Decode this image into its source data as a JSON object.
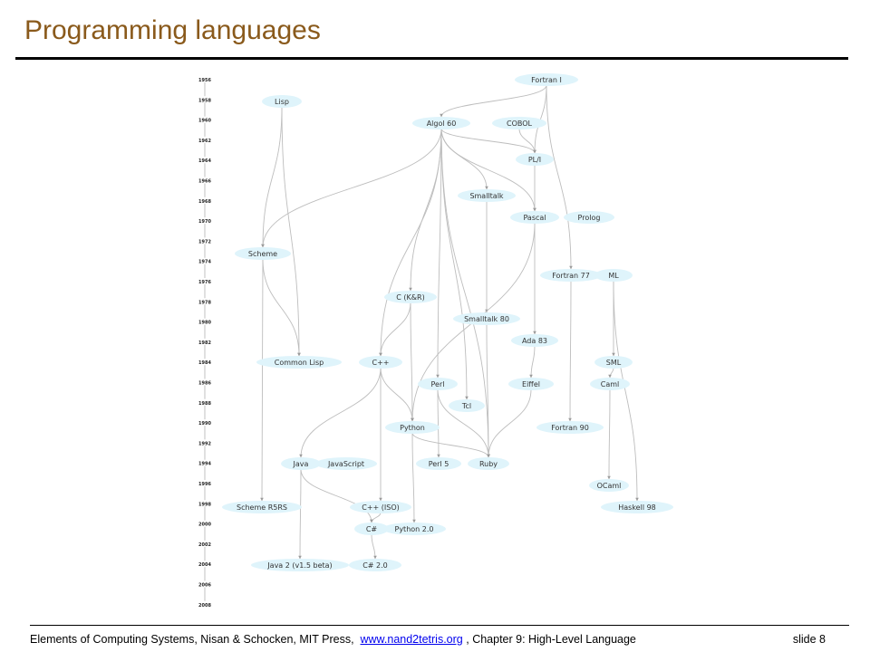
{
  "slide": {
    "title": "Programming languages",
    "footer_prefix": "Elements of Computing Systems, Nisan & Schocken, MIT Press,",
    "footer_link": "www.nand2tetris.org",
    "footer_suffix": ", Chapter 9: High-Level Language",
    "slide_number": "slide 8"
  },
  "diagram": {
    "years": [
      "1956",
      "1958",
      "1960",
      "1962",
      "1964",
      "1966",
      "1968",
      "1970",
      "1972",
      "1974",
      "1976",
      "1978",
      "1980",
      "1982",
      "1984",
      "1986",
      "1988",
      "1990",
      "1992",
      "1994",
      "1996",
      "1998",
      "2000",
      "2002",
      "2004",
      "2006",
      "2008"
    ],
    "languages": [
      {
        "id": "fortran1",
        "label": "Fortran I"
      },
      {
        "id": "lisp",
        "label": "Lisp"
      },
      {
        "id": "algol60",
        "label": "Algol 60"
      },
      {
        "id": "cobol",
        "label": "COBOL"
      },
      {
        "id": "pl1",
        "label": "PL/I"
      },
      {
        "id": "smalltalk",
        "label": "Smalltalk"
      },
      {
        "id": "pascal",
        "label": "Pascal"
      },
      {
        "id": "prolog",
        "label": "Prolog"
      },
      {
        "id": "scheme",
        "label": "Scheme"
      },
      {
        "id": "fortran77",
        "label": "Fortran 77"
      },
      {
        "id": "ml",
        "label": "ML"
      },
      {
        "id": "ckr",
        "label": "C (K&R)"
      },
      {
        "id": "smalltalk80",
        "label": "Smalltalk 80"
      },
      {
        "id": "ada83",
        "label": "Ada 83"
      },
      {
        "id": "commonlisp",
        "label": "Common Lisp"
      },
      {
        "id": "cpp",
        "label": "C++"
      },
      {
        "id": "sml",
        "label": "SML"
      },
      {
        "id": "perl",
        "label": "Perl"
      },
      {
        "id": "eiffel",
        "label": "Eiffel"
      },
      {
        "id": "caml",
        "label": "Caml"
      },
      {
        "id": "tcl",
        "label": "Tcl"
      },
      {
        "id": "python",
        "label": "Python"
      },
      {
        "id": "fortran90",
        "label": "Fortran 90"
      },
      {
        "id": "java",
        "label": "Java"
      },
      {
        "id": "javascript",
        "label": "JavaScript"
      },
      {
        "id": "perl5",
        "label": "Perl 5"
      },
      {
        "id": "ruby",
        "label": "Ruby"
      },
      {
        "id": "ocaml",
        "label": "OCaml"
      },
      {
        "id": "schemer5rs",
        "label": "Scheme R5RS"
      },
      {
        "id": "cppiso",
        "label": "C++ (ISO)"
      },
      {
        "id": "haskell98",
        "label": "Haskell 98"
      },
      {
        "id": "csharp",
        "label": "C#"
      },
      {
        "id": "python20",
        "label": "Python 2.0"
      },
      {
        "id": "java2",
        "label": "Java 2 (v1.5 beta)"
      },
      {
        "id": "csharp20",
        "label": "C# 2.0"
      }
    ],
    "edges": [
      [
        "fortran1",
        "algol60"
      ],
      [
        "fortran1",
        "pl1"
      ],
      [
        "fortran1",
        "fortran77"
      ],
      [
        "lisp",
        "scheme"
      ],
      [
        "lisp",
        "commonlisp"
      ],
      [
        "algol60",
        "scheme"
      ],
      [
        "algol60",
        "pl1"
      ],
      [
        "algol60",
        "smalltalk"
      ],
      [
        "algol60",
        "pascal"
      ],
      [
        "algol60",
        "ckr"
      ],
      [
        "algol60",
        "cpp"
      ],
      [
        "algol60",
        "perl"
      ],
      [
        "algol60",
        "tcl"
      ],
      [
        "algol60",
        "ruby"
      ],
      [
        "cobol",
        "pl1"
      ],
      [
        "pl1",
        "pascal"
      ],
      [
        "smalltalk",
        "smalltalk80"
      ],
      [
        "smalltalk80",
        "ruby"
      ],
      [
        "pascal",
        "ada83"
      ],
      [
        "pascal",
        "python"
      ],
      [
        "scheme",
        "commonlisp"
      ],
      [
        "scheme",
        "schemer5rs"
      ],
      [
        "fortran77",
        "fortran90"
      ],
      [
        "ml",
        "sml"
      ],
      [
        "ml",
        "haskell98"
      ],
      [
        "sml",
        "caml"
      ],
      [
        "caml",
        "ocaml"
      ],
      [
        "ckr",
        "cpp"
      ],
      [
        "ckr",
        "python"
      ],
      [
        "cpp",
        "python"
      ],
      [
        "cpp",
        "java"
      ],
      [
        "cpp",
        "cppiso"
      ],
      [
        "ada83",
        "eiffel"
      ],
      [
        "eiffel",
        "ruby"
      ],
      [
        "perl",
        "perl5"
      ],
      [
        "perl",
        "ruby"
      ],
      [
        "python",
        "ruby"
      ],
      [
        "python",
        "python20"
      ],
      [
        "javascript",
        "java"
      ],
      [
        "java",
        "java2"
      ],
      [
        "java",
        "csharp"
      ],
      [
        "cppiso",
        "csharp"
      ],
      [
        "csharp",
        "csharp20"
      ]
    ]
  }
}
